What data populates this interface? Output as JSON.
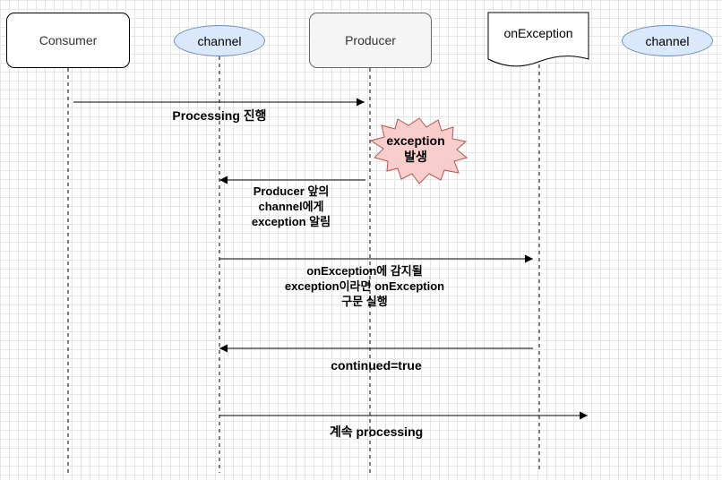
{
  "participants": {
    "consumer": "Consumer",
    "channel_1": "channel",
    "producer": "Producer",
    "on_exception": "onException",
    "channel_2": "channel"
  },
  "messages": {
    "processing": "Processing 진행",
    "exception_burst": {
      "line1": "exception",
      "line2": "발생"
    },
    "notify": "Producer 앞의\nchannel에게\nexception 알림",
    "on_exception_run": "onException에 감지될\nexception이라면 onException\n구문 실행",
    "continued": "continued=true",
    "continue_processing": "계속 processing"
  },
  "colors": {
    "channel_fill": "#dae8fc",
    "channel_stroke": "#6c8ebf",
    "producer_fill": "#f5f5f5",
    "burst_fill": "#f8cecc",
    "burst_stroke": "#b85450"
  }
}
